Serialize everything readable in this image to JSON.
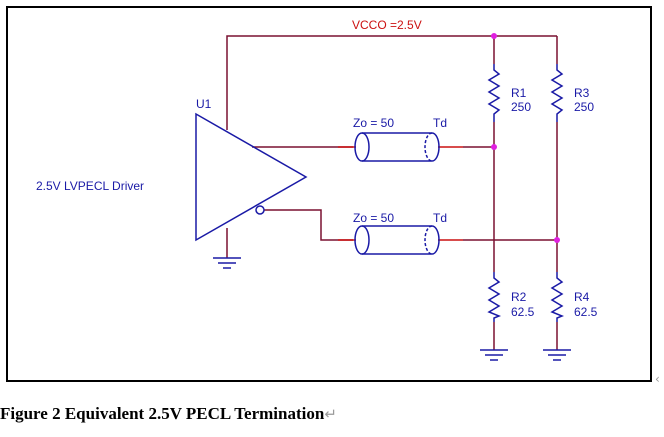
{
  "schematic": {
    "supply_label": "VCCO =2.5V",
    "driver_ref": "U1",
    "driver_label": "2.5V LVPECL Driver",
    "tline_top": {
      "impedance": "Zo = 50",
      "delay": "Td"
    },
    "tline_bottom": {
      "impedance": "Zo = 50",
      "delay": "Td"
    },
    "resistors": [
      {
        "ref": "R1",
        "value": "250"
      },
      {
        "ref": "R3",
        "value": "250"
      },
      {
        "ref": "R2",
        "value": "62.5"
      },
      {
        "ref": "R4",
        "value": "62.5"
      }
    ],
    "colors": {
      "wire": "#7a1030",
      "component": "#1a1aa6",
      "net_short": "#cc1111",
      "junction": "#e020e0"
    }
  },
  "caption": {
    "text": "Figure 2 Equivalent 2.5V PECL Termination",
    "return_mark": "↵"
  },
  "side_mark": "‹"
}
